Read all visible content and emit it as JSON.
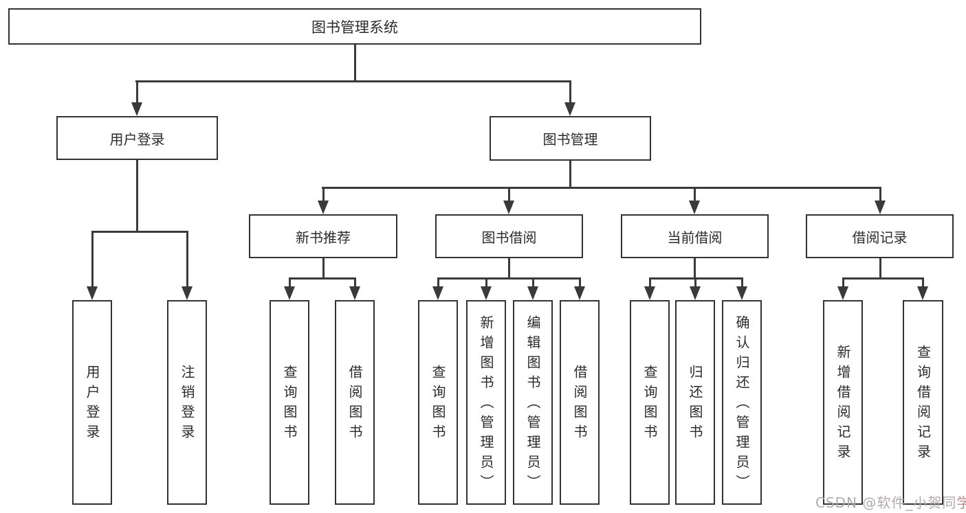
{
  "diagram": {
    "root": {
      "label": "图书管理系统"
    },
    "level2": [
      {
        "label": "用户登录"
      },
      {
        "label": "图书管理"
      }
    ],
    "level3": [
      {
        "label": "新书推荐"
      },
      {
        "label": "图书借阅"
      },
      {
        "label": "当前借阅"
      },
      {
        "label": "借阅记录"
      }
    ],
    "level4": [
      {
        "label": "用户登录"
      },
      {
        "label": "注销登录"
      },
      {
        "label": "查询图书"
      },
      {
        "label": "借阅图书"
      },
      {
        "label": "查询图书"
      },
      {
        "label": "新增图书（管理员）"
      },
      {
        "label": "编辑图书（管理员）"
      },
      {
        "label": "借阅图书"
      },
      {
        "label": "查询图书"
      },
      {
        "label": "归还图书"
      },
      {
        "label": "确认归还（管理员）"
      },
      {
        "label": "新增借阅记录"
      },
      {
        "label": "查询借阅记录"
      }
    ]
  },
  "watermark": {
    "prefix": "CSDN @软件_小贺同",
    "suffix": "学"
  },
  "colors": {
    "background": "#ffffff",
    "line": "#3a3a3a",
    "box_border": "#333333",
    "text": "#2b2b2b",
    "watermark": "#b3abab",
    "watermark_accent": "#bb8b8b"
  }
}
